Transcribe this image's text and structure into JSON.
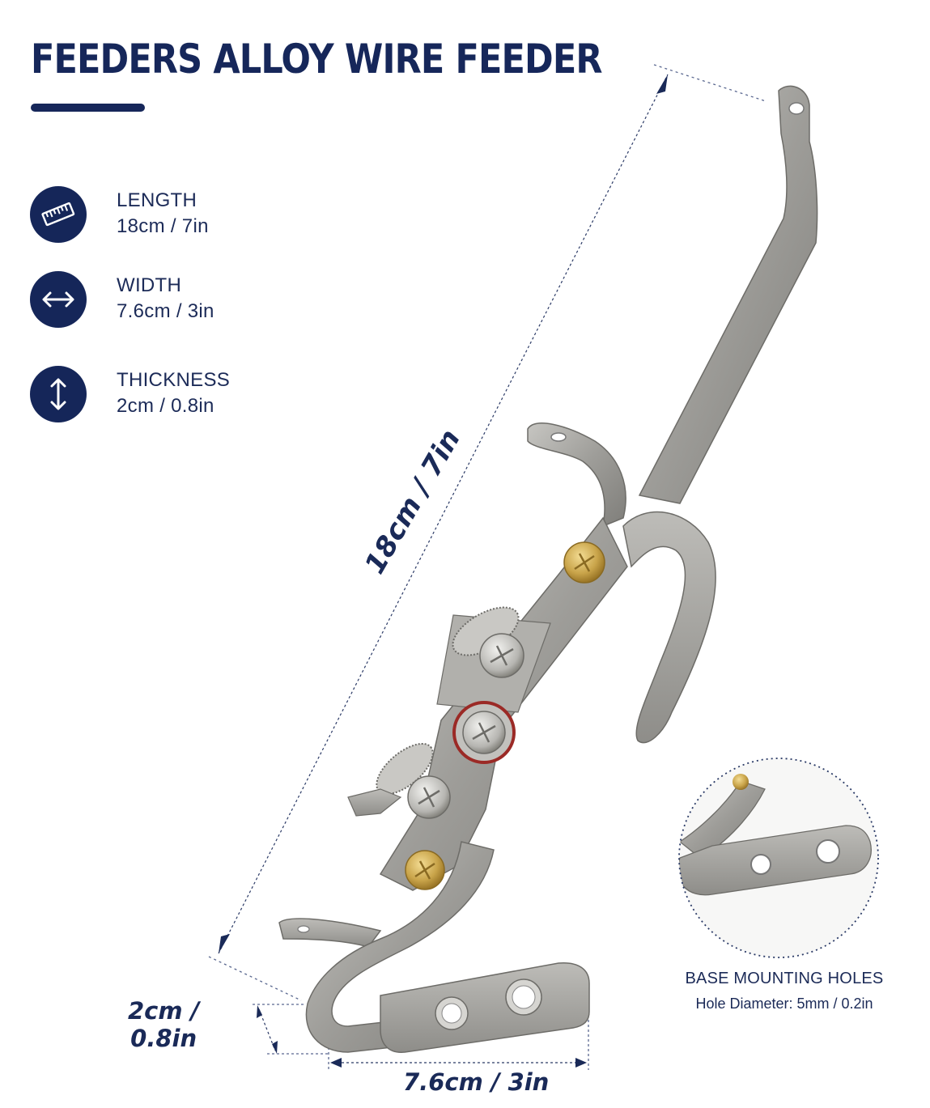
{
  "title": "FEEDERS ALLOY WIRE FEEDER",
  "specs": [
    {
      "icon": "ruler-icon",
      "label": "LENGTH",
      "value": "18cm / 7in"
    },
    {
      "icon": "horizontal-arrow-icon",
      "label": "WIDTH",
      "value": "7.6cm / 3in"
    },
    {
      "icon": "vertical-arrow-icon",
      "label": "THICKNESS",
      "value": "2cm / 0.8in"
    }
  ],
  "dimensions": {
    "length": "18cm / 7in",
    "thickness_line1": "2cm /",
    "thickness_line2": "0.8in",
    "width": "7.6cm / 3in"
  },
  "inset": {
    "title": "BASE MOUNTING HOLES",
    "subtitle": "Hole Diameter: 5mm / 0.2in"
  },
  "colors": {
    "navy": "#16275a",
    "metal": "#a9a9a6",
    "brass": "#c9a44a"
  }
}
